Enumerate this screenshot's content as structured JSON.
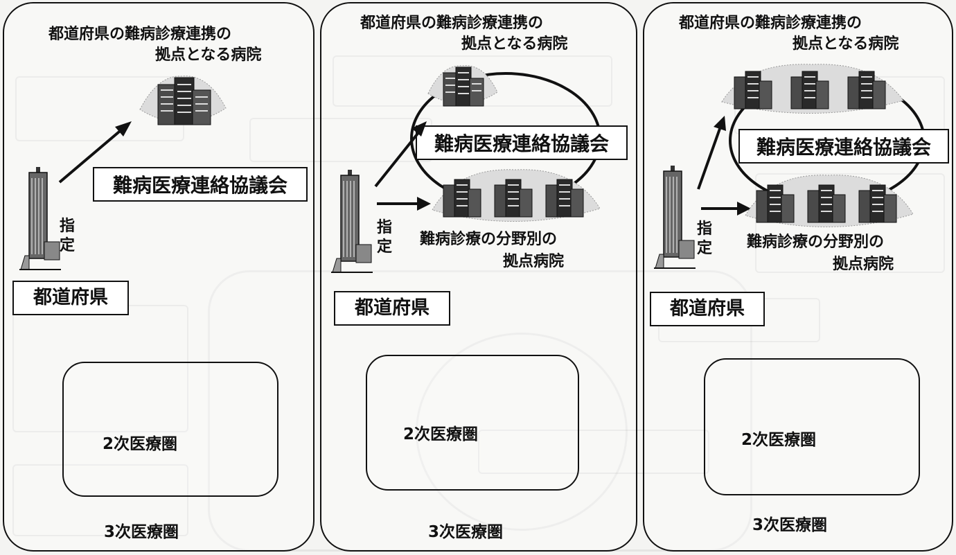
{
  "icons": {
    "prefecture": "prefectural-office-tower-icon",
    "hospital": "hospital-building-icon"
  },
  "panels": [
    {
      "hub_hospital_title_line1": "都道府県の難病診療連携の",
      "hub_hospital_title_line2": "拠点となる病院",
      "council_label": "難病医療連絡協議会",
      "designate_char1": "指",
      "designate_char2": "定",
      "prefecture_label": "都道府県",
      "secondary_area_label": "2次医療圏",
      "tertiary_area_label": "3次医療圏"
    },
    {
      "hub_hospital_title_line1": "都道府県の難病診療連携の",
      "hub_hospital_title_line2": "拠点となる病院",
      "council_label": "難病医療連絡協議会",
      "designate_char1": "指",
      "designate_char2": "定",
      "field_hospital_line1": "難病診療の分野別の",
      "field_hospital_line2": "拠点病院",
      "prefecture_label": "都道府県",
      "secondary_area_label": "2次医療圏",
      "tertiary_area_label": "3次医療圏"
    },
    {
      "hub_hospital_title_line1": "都道府県の難病診療連携の",
      "hub_hospital_title_line2": "拠点となる病院",
      "council_label": "難病医療連絡協議会",
      "designate_char1": "指",
      "designate_char2": "定",
      "field_hospital_line1": "難病診療の分野別の",
      "field_hospital_line2": "拠点病院",
      "prefecture_label": "都道府県",
      "secondary_area_label": "2次医療圏",
      "tertiary_area_label": "3次医療圏"
    }
  ]
}
